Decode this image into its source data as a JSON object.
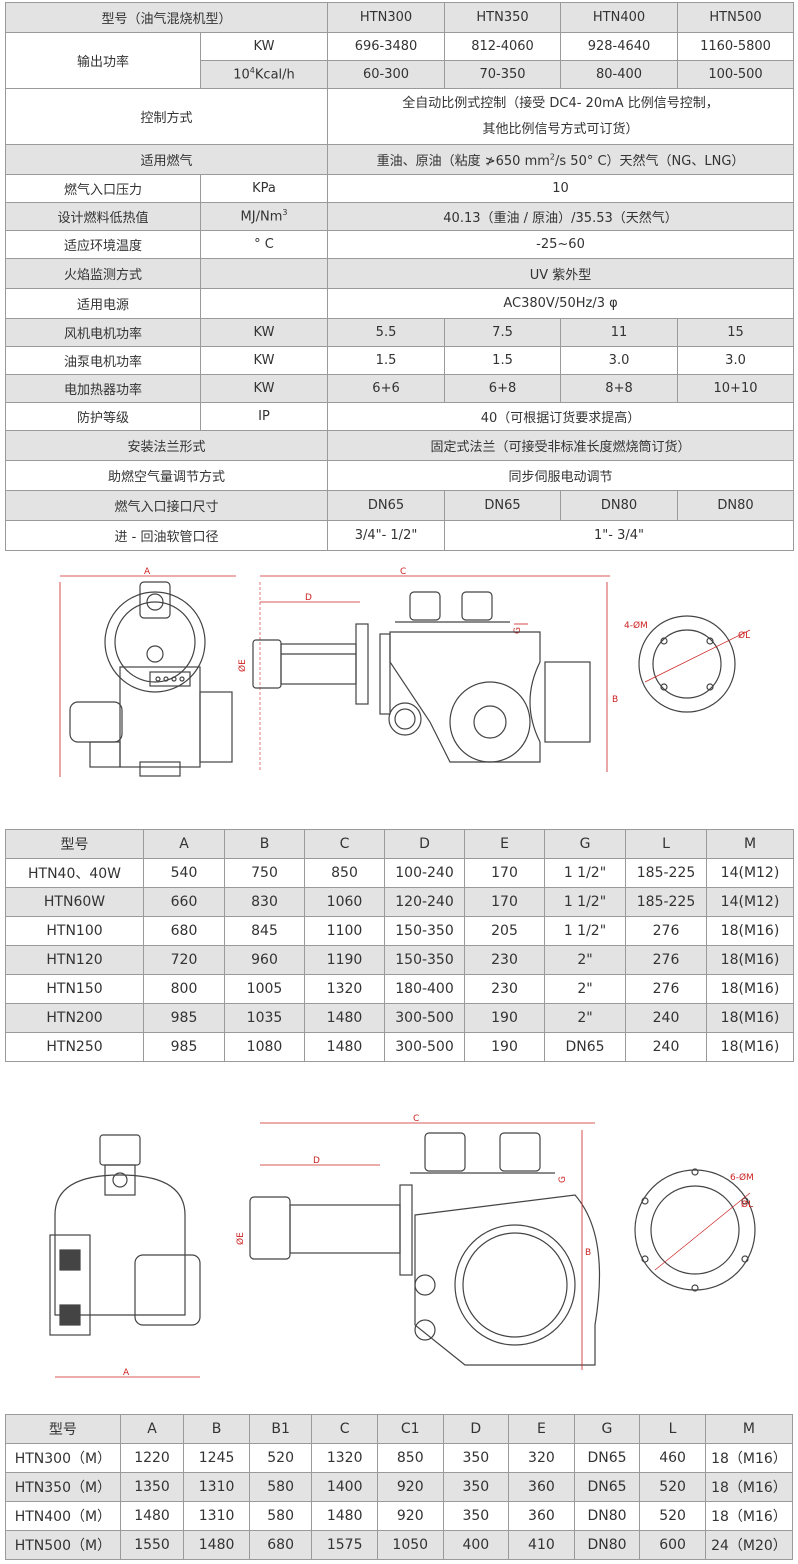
{
  "spec_table": {
    "header": {
      "label": "型号（油气混烧机型）",
      "models": [
        "HTN300",
        "HTN350",
        "HTN400",
        "HTN500"
      ]
    },
    "output": {
      "label": "输出功率",
      "rows": [
        {
          "unit": "KW",
          "values": [
            "696-3480",
            "812-4060",
            "928-4640",
            "1160-5800"
          ]
        },
        {
          "unit_base": "10",
          "unit_sup": "4",
          "unit_rest": "Kcal/h",
          "values": [
            "60-300",
            "70-350",
            "80-400",
            "100-500"
          ]
        }
      ]
    },
    "control": {
      "label": "控制方式",
      "line1": "全自动比例式控制（接受 DC4- 20mA 比例信号控制，",
      "line2": "其他比例信号方式可订货）"
    },
    "fuel": {
      "label": "适用燃气",
      "value_pre": "重油、原油（粘度 ≯650 mm",
      "value_sup": "2",
      "value_post": "/s 50° C）天然气（NG、LNG）"
    },
    "gas_pressure": {
      "label": "燃气入口压力",
      "unit": "KPa",
      "value": "10"
    },
    "heat_value": {
      "label": "设计燃料低热值",
      "unit_base": "MJ/Nm",
      "unit_sup": "3",
      "value": "40.13（重油 / 原油）/35.53（天然气）"
    },
    "ambient": {
      "label": "适应环境温度",
      "unit": "° C",
      "value": "-25~60"
    },
    "flame": {
      "label": "火焰监测方式",
      "unit": "",
      "value": "UV 紫外型"
    },
    "power": {
      "label": "适用电源",
      "unit": "",
      "value": "AC380V/50Hz/3 φ"
    },
    "fan_motor": {
      "label": "风机电机功率",
      "unit": "KW",
      "values": [
        "5.5",
        "7.5",
        "11",
        "15"
      ]
    },
    "pump_motor": {
      "label": "油泵电机功率",
      "unit": "KW",
      "values": [
        "1.5",
        "1.5",
        "3.0",
        "3.0"
      ]
    },
    "heater": {
      "label": "电加热器功率",
      "unit": "KW",
      "values": [
        "6+6",
        "6+8",
        "8+8",
        "10+10"
      ]
    },
    "protection": {
      "label": "防护等级",
      "unit": "IP",
      "value": "40（可根据订货要求提高）"
    },
    "flange": {
      "label": "安装法兰形式",
      "value": "固定式法兰（可接受非标准长度燃烧筒订货）"
    },
    "air_adjust": {
      "label": "助燃空气量调节方式",
      "value": "同步伺服电动调节"
    },
    "gas_inlet": {
      "label": "燃气入口接口尺寸",
      "values": [
        "DN65",
        "DN65",
        "DN80",
        "DN80"
      ]
    },
    "oil_hose": {
      "label": "进 - 回油软管口径",
      "value1": "3/4\"- 1/2\"",
      "value2": "1\"- 3/4\""
    }
  },
  "drawing1": {
    "labels": {
      "a": "A",
      "c": "C",
      "d": "D",
      "e": "ØE",
      "g": "G",
      "b": "B",
      "m": "4-ØM",
      "l": "ØL"
    }
  },
  "dim_table_1": {
    "headers": [
      "型号",
      "A",
      "B",
      "C",
      "D",
      "E",
      "G",
      "L",
      "M"
    ],
    "rows": [
      [
        "HTN40、40W",
        "540",
        "750",
        "850",
        "100-240",
        "170",
        "1 1/2\"",
        "185-225",
        "14(M12)"
      ],
      [
        "HTN60W",
        "660",
        "830",
        "1060",
        "120-240",
        "170",
        "1 1/2\"",
        "185-225",
        "14(M12)"
      ],
      [
        "HTN100",
        "680",
        "845",
        "1100",
        "150-350",
        "205",
        "1 1/2\"",
        "276",
        "18(M16)"
      ],
      [
        "HTN120",
        "720",
        "960",
        "1190",
        "150-350",
        "230",
        "2\"",
        "276",
        "18(M16)"
      ],
      [
        "HTN150",
        "800",
        "1005",
        "1320",
        "180-400",
        "230",
        "2\"",
        "276",
        "18(M16)"
      ],
      [
        "HTN200",
        "985",
        "1035",
        "1480",
        "300-500",
        "190",
        "2\"",
        "240",
        "18(M16)"
      ],
      [
        "HTN250",
        "985",
        "1080",
        "1480",
        "300-500",
        "190",
        "DN65",
        "240",
        "18(M16)"
      ]
    ]
  },
  "drawing2": {
    "labels": {
      "a": "A",
      "c": "C",
      "d": "D",
      "e": "ØE",
      "g": "G",
      "b": "B",
      "m": "6-ØM",
      "l": "ØL"
    }
  },
  "dim_table_2": {
    "headers": [
      "型号",
      "A",
      "B",
      "B1",
      "C",
      "C1",
      "D",
      "E",
      "G",
      "L",
      "M"
    ],
    "rows": [
      [
        "HTN300（M）",
        "1220",
        "1245",
        "520",
        "1320",
        "850",
        "350",
        "320",
        "DN65",
        "460",
        "18（M16）"
      ],
      [
        "HTN350（M）",
        "1350",
        "1310",
        "580",
        "1400",
        "920",
        "350",
        "360",
        "DN65",
        "520",
        "18（M16）"
      ],
      [
        "HTN400（M）",
        "1480",
        "1310",
        "580",
        "1480",
        "920",
        "350",
        "360",
        "DN80",
        "520",
        "18（M16）"
      ],
      [
        "HTN500（M）",
        "1550",
        "1480",
        "680",
        "1575",
        "1050",
        "400",
        "410",
        "DN80",
        "600",
        "24（M20）"
      ]
    ]
  },
  "colors": {
    "header_bg": "#e3e3e3",
    "border": "#9a9a9a",
    "dimension_line": "#c22"
  }
}
